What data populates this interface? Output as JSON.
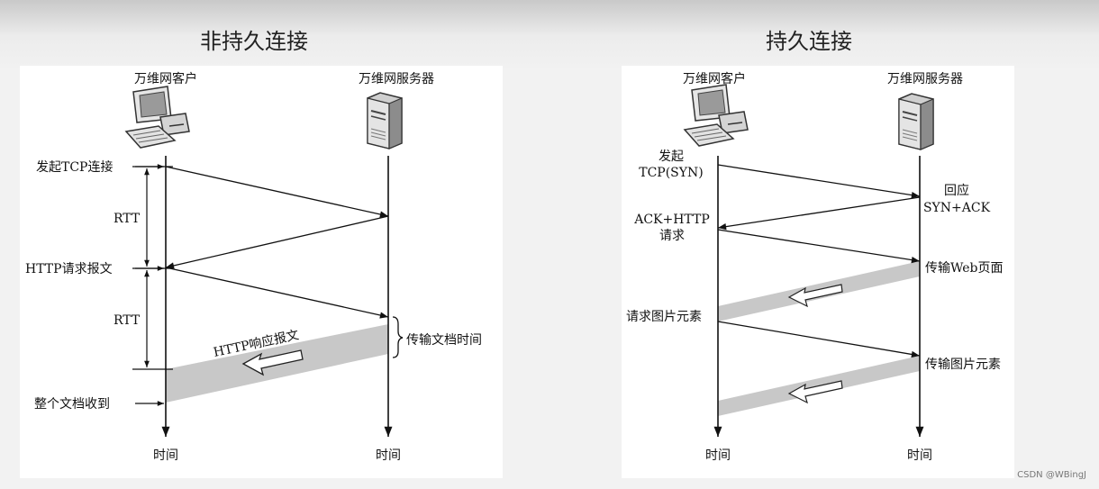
{
  "left": {
    "title": "非持久连接",
    "client_label": "万维网客户",
    "server_label": "万维网服务器",
    "start_tcp": "发起TCP连接",
    "rtt1": "RTT",
    "http_request": "HTTP请求报文",
    "rtt2": "RTT",
    "http_response": "HTTP响应报文",
    "transfer_time": "传输文档时间",
    "doc_received": "整个文档收到",
    "time_client": "时间",
    "time_server": "时间"
  },
  "right": {
    "title": "持久连接",
    "client_label": "万维网客户",
    "server_label": "万维网服务器",
    "start_line1": "发起",
    "start_line2": "TCP(SYN)",
    "reply_line1": "回应",
    "reply_line2": "SYN+ACK",
    "ack_line1": "ACK+HTTP",
    "ack_line2": "请求",
    "transfer_web": "传输Web页面",
    "request_image": "请求图片元素",
    "transfer_image": "传输图片元素",
    "time_client": "时间",
    "time_server": "时间"
  },
  "watermark": "CSDN @WBingJ",
  "colors": {
    "band": "#c8c8c8",
    "line": "#111111",
    "background": "#f2f2f2"
  },
  "icons": [
    "desktop-computer-icon",
    "server-tower-icon"
  ]
}
